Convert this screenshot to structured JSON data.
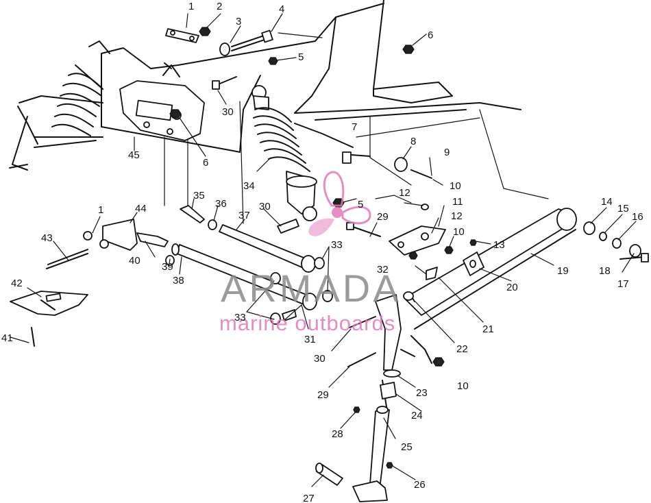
{
  "watermark": {
    "brand": "ARMADA",
    "tagline": "marine outboards",
    "accent_color": "#e07ab8",
    "brand_color": "#8a8a8a"
  },
  "callouts": [
    "1",
    "2",
    "3",
    "4",
    "5",
    "6",
    "7",
    "8",
    "9",
    "10",
    "11",
    "12",
    "13",
    "14",
    "15",
    "16",
    "17",
    "18",
    "19",
    "20",
    "21",
    "22",
    "23",
    "24",
    "25",
    "26",
    "27",
    "28",
    "29",
    "30",
    "31",
    "32",
    "33",
    "34",
    "35",
    "36",
    "37",
    "38",
    "39",
    "40",
    "41",
    "42",
    "43",
    "44",
    "45"
  ],
  "labels": {
    "c1a": "1",
    "c1b": "1",
    "c2": "2",
    "c3": "3",
    "c4": "4",
    "c5a": "5",
    "c5b": "5",
    "c6a": "6",
    "c6b": "6",
    "c7": "7",
    "c8": "8",
    "c9": "9",
    "c10a": "10",
    "c10b": "10",
    "c10c": "10",
    "c11": "11",
    "c12a": "12",
    "c12b": "12",
    "c13": "13",
    "c14": "14",
    "c15": "15",
    "c16": "16",
    "c17": "17",
    "c18": "18",
    "c19": "19",
    "c20": "20",
    "c21": "21",
    "c22": "22",
    "c23": "23",
    "c24": "24",
    "c25": "25",
    "c26": "26",
    "c27": "27",
    "c28": "28",
    "c29a": "29",
    "c29b": "29",
    "c30a": "30",
    "c30b": "30",
    "c30c": "30",
    "c31": "31",
    "c32": "32",
    "c33a": "33",
    "c33b": "33",
    "c34": "34",
    "c35": "35",
    "c36": "36",
    "c37": "37",
    "c38": "38",
    "c39": "39",
    "c40": "40",
    "c41": "41",
    "c42": "42",
    "c43": "43",
    "c44": "44",
    "c45": "45"
  }
}
